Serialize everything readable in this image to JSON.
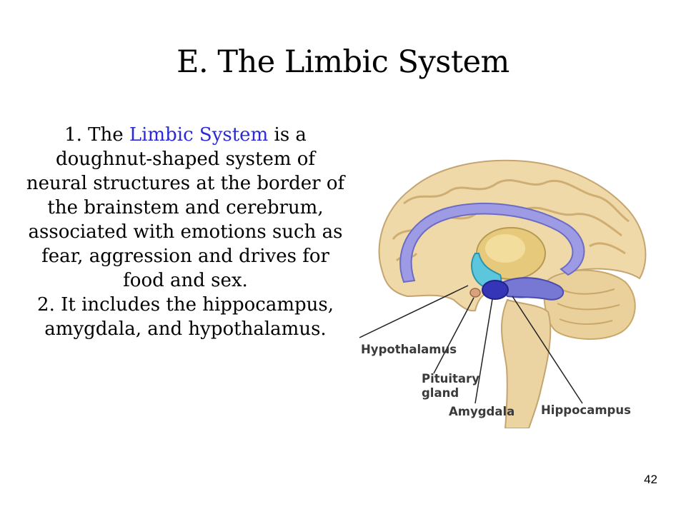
{
  "slide": {
    "title": "E. The Limbic System",
    "page_number": "42"
  },
  "body": {
    "p1_prefix": "1. The ",
    "p1_term": "Limbic System",
    "p1_rest": " is a doughnut-shaped system of neural structures at the border of the brainstem and cerebrum, associated with emotions such as fear, aggression and drives for food and sex.",
    "p2": "2. It includes the hippocampus, amygdala, and hypothalamus."
  },
  "figure": {
    "labels": {
      "hypothalamus": "Hypothalamus",
      "pituitary_line1": "Pituitary",
      "pituitary_line2": "gland",
      "amygdala": "Amygdala",
      "hippocampus": "Hippocampus"
    }
  },
  "colors": {
    "term": "#2b2bd6",
    "brain": "#f0d9a8",
    "limbic_ring": "#8f8ee0",
    "thalamus": "#e7c97c",
    "hypothalamus_region": "#5cc6dc",
    "amygdala": "#3535b8"
  }
}
